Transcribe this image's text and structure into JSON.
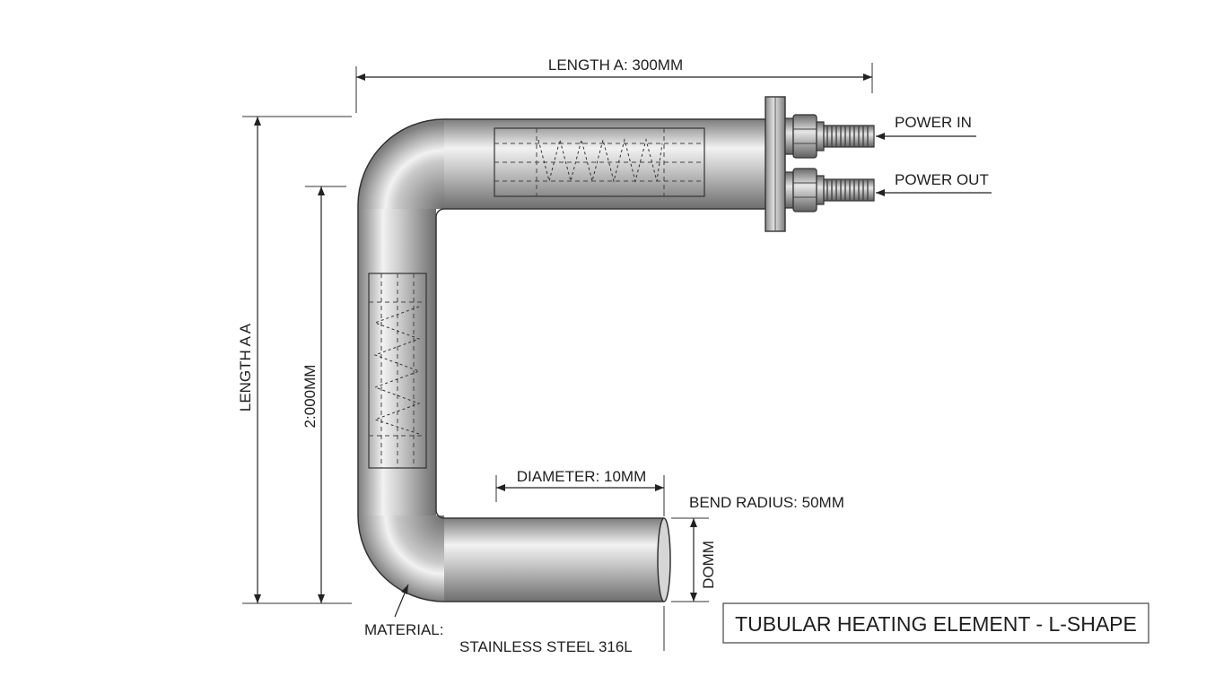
{
  "labels": {
    "length_a": "LENGTH A: 300MM",
    "length_aa": "LENGTH A A",
    "inner_length": "2:000MM",
    "power_in": "POWER IN",
    "power_out": "POWER OUT",
    "diameter": "DIAMETER: 10MM",
    "bend_radius": "BEND RADIUS: 50MM",
    "end_dim": "DOMM",
    "material_label": "MATERIAL:",
    "material_value": "STAINLESS STEEL 316L",
    "title": "TUBULAR HEATING ELEMENT - L-SHAPE"
  },
  "colors": {
    "tube_dark": "#7d7d7d",
    "tube_mid": "#b8b8b8",
    "tube_light": "#f2f2f2",
    "line": "#222222"
  },
  "icons": {
    "terminal": "threaded-terminal-icon",
    "nut": "hex-nut-icon",
    "flange": "mounting-flange-icon"
  }
}
